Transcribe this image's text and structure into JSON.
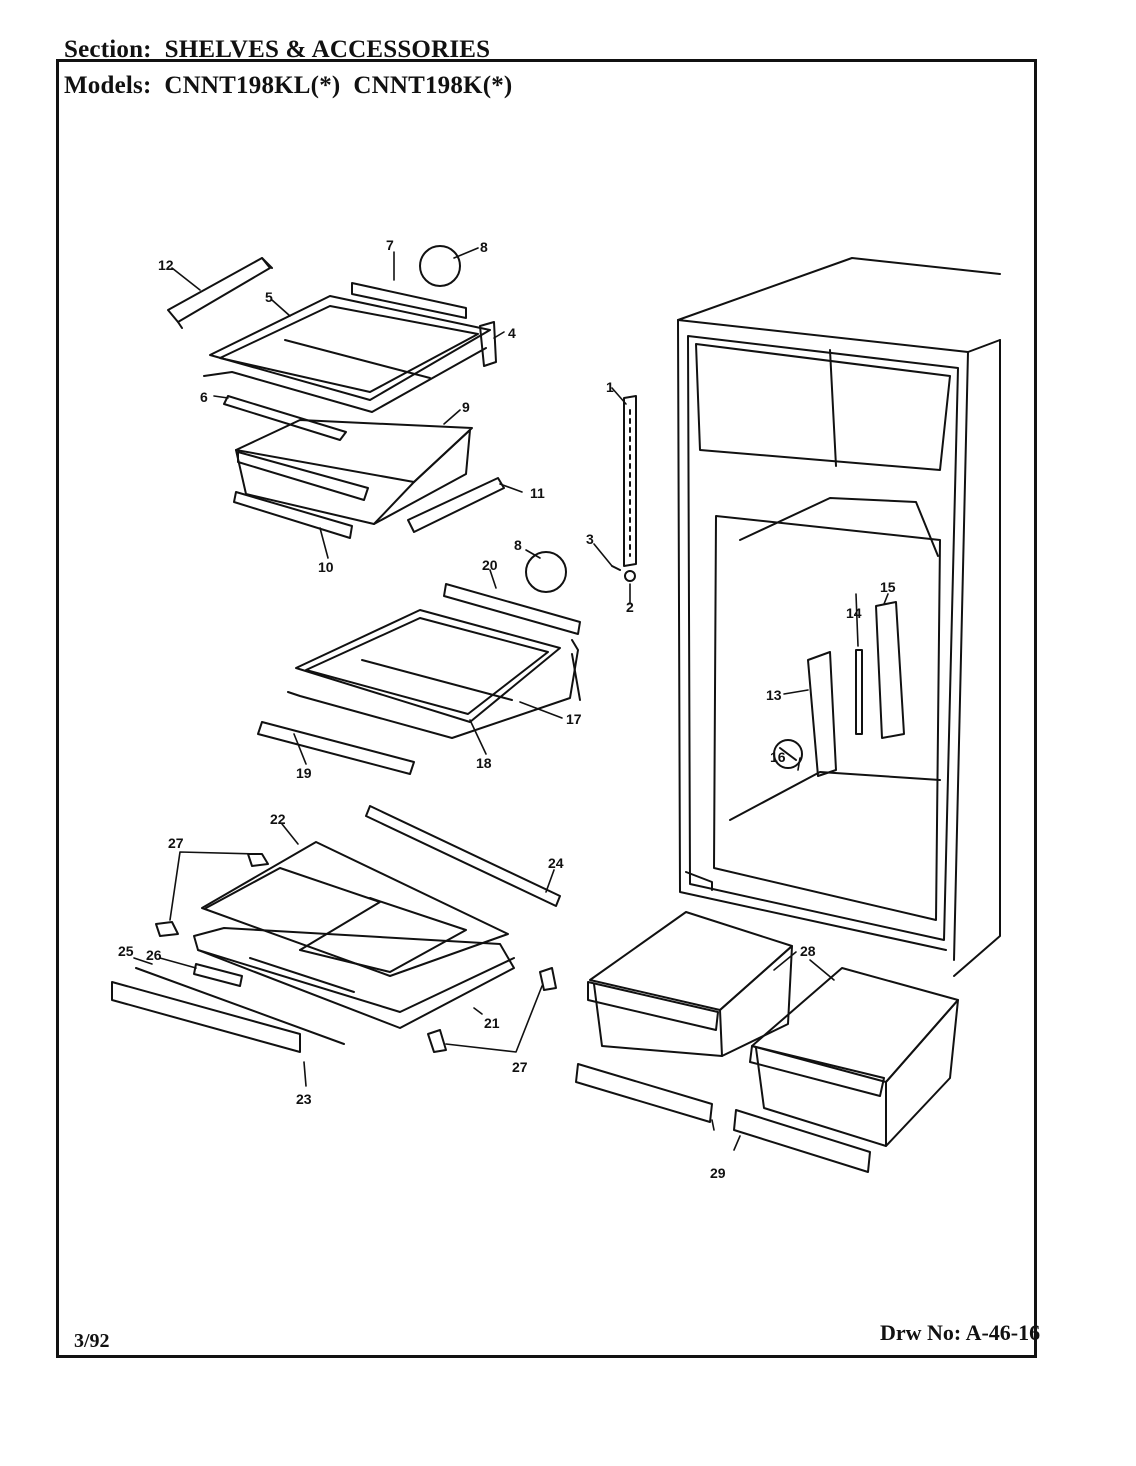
{
  "header": {
    "section_label": "Section:",
    "section_value": "SHELVES & ACCESSORIES",
    "models_label": "Models:",
    "models_value": "CNNT198KL(*)  CNNT198K(*)"
  },
  "footer": {
    "date": "3/92",
    "drawing_label": "Drw No:",
    "drawing_number": "A-46-16"
  },
  "callouts": [
    "1",
    "2",
    "3",
    "4",
    "5",
    "6",
    "7",
    "8",
    "8",
    "9",
    "10",
    "11",
    "12",
    "13",
    "14",
    "15",
    "16",
    "17",
    "18",
    "19",
    "20",
    "21",
    "22",
    "23",
    "24",
    "25",
    "26",
    "27",
    "27",
    "28",
    "29"
  ],
  "colors": {
    "ink": "#111111",
    "paper": "#ffffff"
  }
}
